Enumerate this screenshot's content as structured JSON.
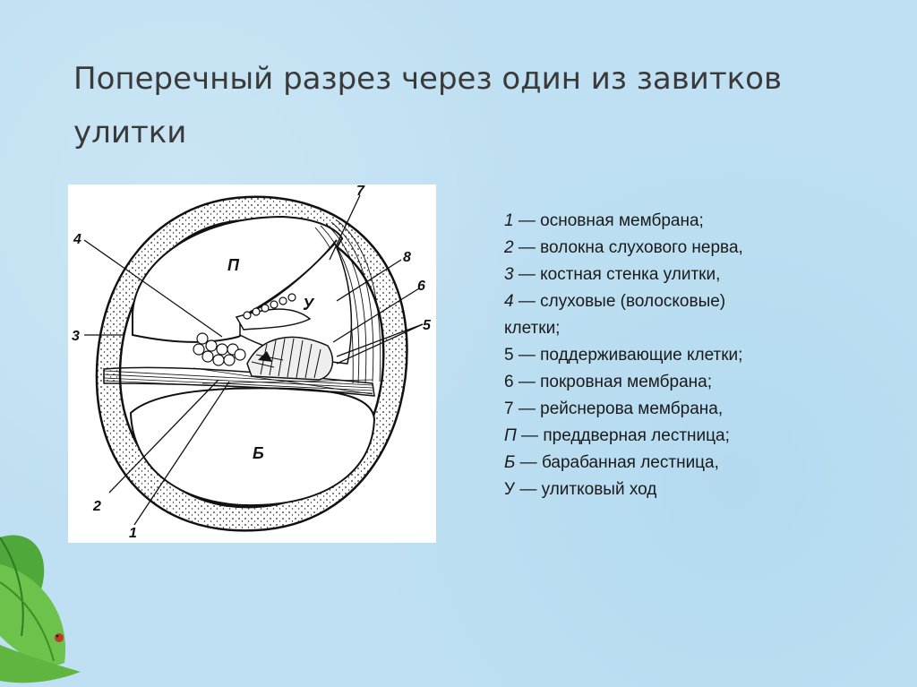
{
  "slide": {
    "title": "Поперечный разрез через один из завитков улитки"
  },
  "figure": {
    "labels": {
      "n1": "1",
      "n2": "2",
      "n3": "3",
      "n4": "4",
      "n5": "5",
      "n6": "6",
      "n7": "7",
      "n8": "8",
      "P": "П",
      "B": "Б",
      "U": "У"
    }
  },
  "legend": [
    {
      "key": "1",
      "sep": " — ",
      "text": "основная мембрана;"
    },
    {
      "key": "2",
      "sep": " — ",
      "text": "волокна слухового нерва,"
    },
    {
      "key": "3",
      "sep": " — ",
      "text": "костная стенка улитки,"
    },
    {
      "key": "4",
      "sep": " — ",
      "text": "слуховые (волосковые)"
    },
    {
      "key": "",
      "sep": "",
      "text": "клетки;"
    },
    {
      "key": "5",
      "sep": " — ",
      "text": "поддерживающие клетки;"
    },
    {
      "key": "6",
      "sep": " — ",
      "text": "покровная мембрана;"
    },
    {
      "key": "7",
      "sep": " — ",
      "text": "рейснерова мембрана,"
    },
    {
      "key": "П",
      "sep": " — ",
      "text": "преддверная лестница;"
    },
    {
      "key": "Б",
      "sep": " — ",
      "text": "барабанная лестница,"
    },
    {
      "key": "У",
      "sep": " — ",
      "text": "улитковый ход"
    }
  ],
  "colors": {
    "background": "#bfe0f2",
    "title": "#3a3a3a",
    "text": "#1a1a1a",
    "ink": "#111111"
  }
}
